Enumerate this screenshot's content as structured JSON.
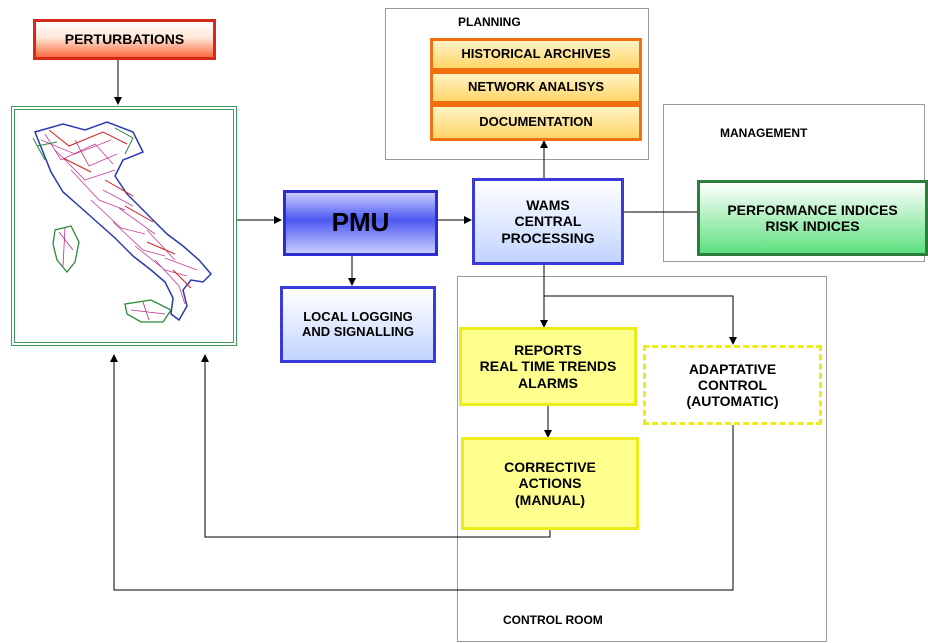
{
  "regions": {
    "planning": "PLANNING",
    "management": "MANAGEMENT",
    "control_room": "CONTROL ROOM"
  },
  "nodes": {
    "perturbations": "PERTURBATIONS",
    "historical_archives": "HISTORICAL ARCHIVES",
    "network_analysis": "NETWORK ANALISYS",
    "documentation": "DOCUMENTATION",
    "pmu": "PMU",
    "wams": [
      "WAMS",
      "CENTRAL",
      "PROCESSING"
    ],
    "performance": [
      "PERFORMANCE INDICES",
      "RISK INDICES"
    ],
    "local_logging": [
      "LOCAL LOGGING",
      "AND SIGNALLING"
    ],
    "reports": [
      "REPORTS",
      "REAL TIME TRENDS",
      "ALARMS"
    ],
    "adaptive": [
      "ADAPTATIVE",
      "CONTROL",
      "(AUTOMATIC)"
    ],
    "corrective": [
      "CORRECTIVE",
      "ACTIONS",
      "(MANUAL)"
    ]
  },
  "colors": {
    "perturbation_border": "#d32a1a",
    "planning_border": "#f07010",
    "processing_border": "#3a3ad8",
    "management_border": "#2a7d3a",
    "control_fill": "#ffff8e",
    "map_border": "#3a9a5a"
  },
  "icons": {
    "map": "italy-power-grid-map"
  }
}
